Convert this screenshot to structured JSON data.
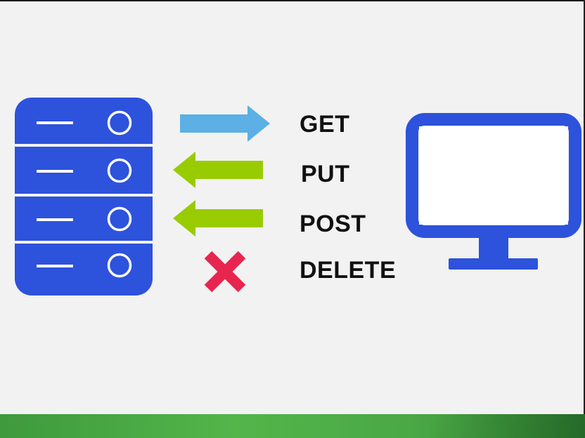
{
  "methods": {
    "get_label": "GET",
    "put_label": "PUT",
    "post_label": "POST",
    "delete_label": "DELETE"
  },
  "colors": {
    "background": "#f2f2f2",
    "server_blue": "#2d52dc",
    "monitor_blue": "#2d52dc",
    "get_arrow": "#5cb0e5",
    "put_post_arrow": "#99cc00",
    "delete_cross": "#e8254f",
    "bottom_band": "#4caf46"
  },
  "icons": {
    "server": "server-icon",
    "monitor": "monitor-icon",
    "delete": "cross-icon"
  }
}
